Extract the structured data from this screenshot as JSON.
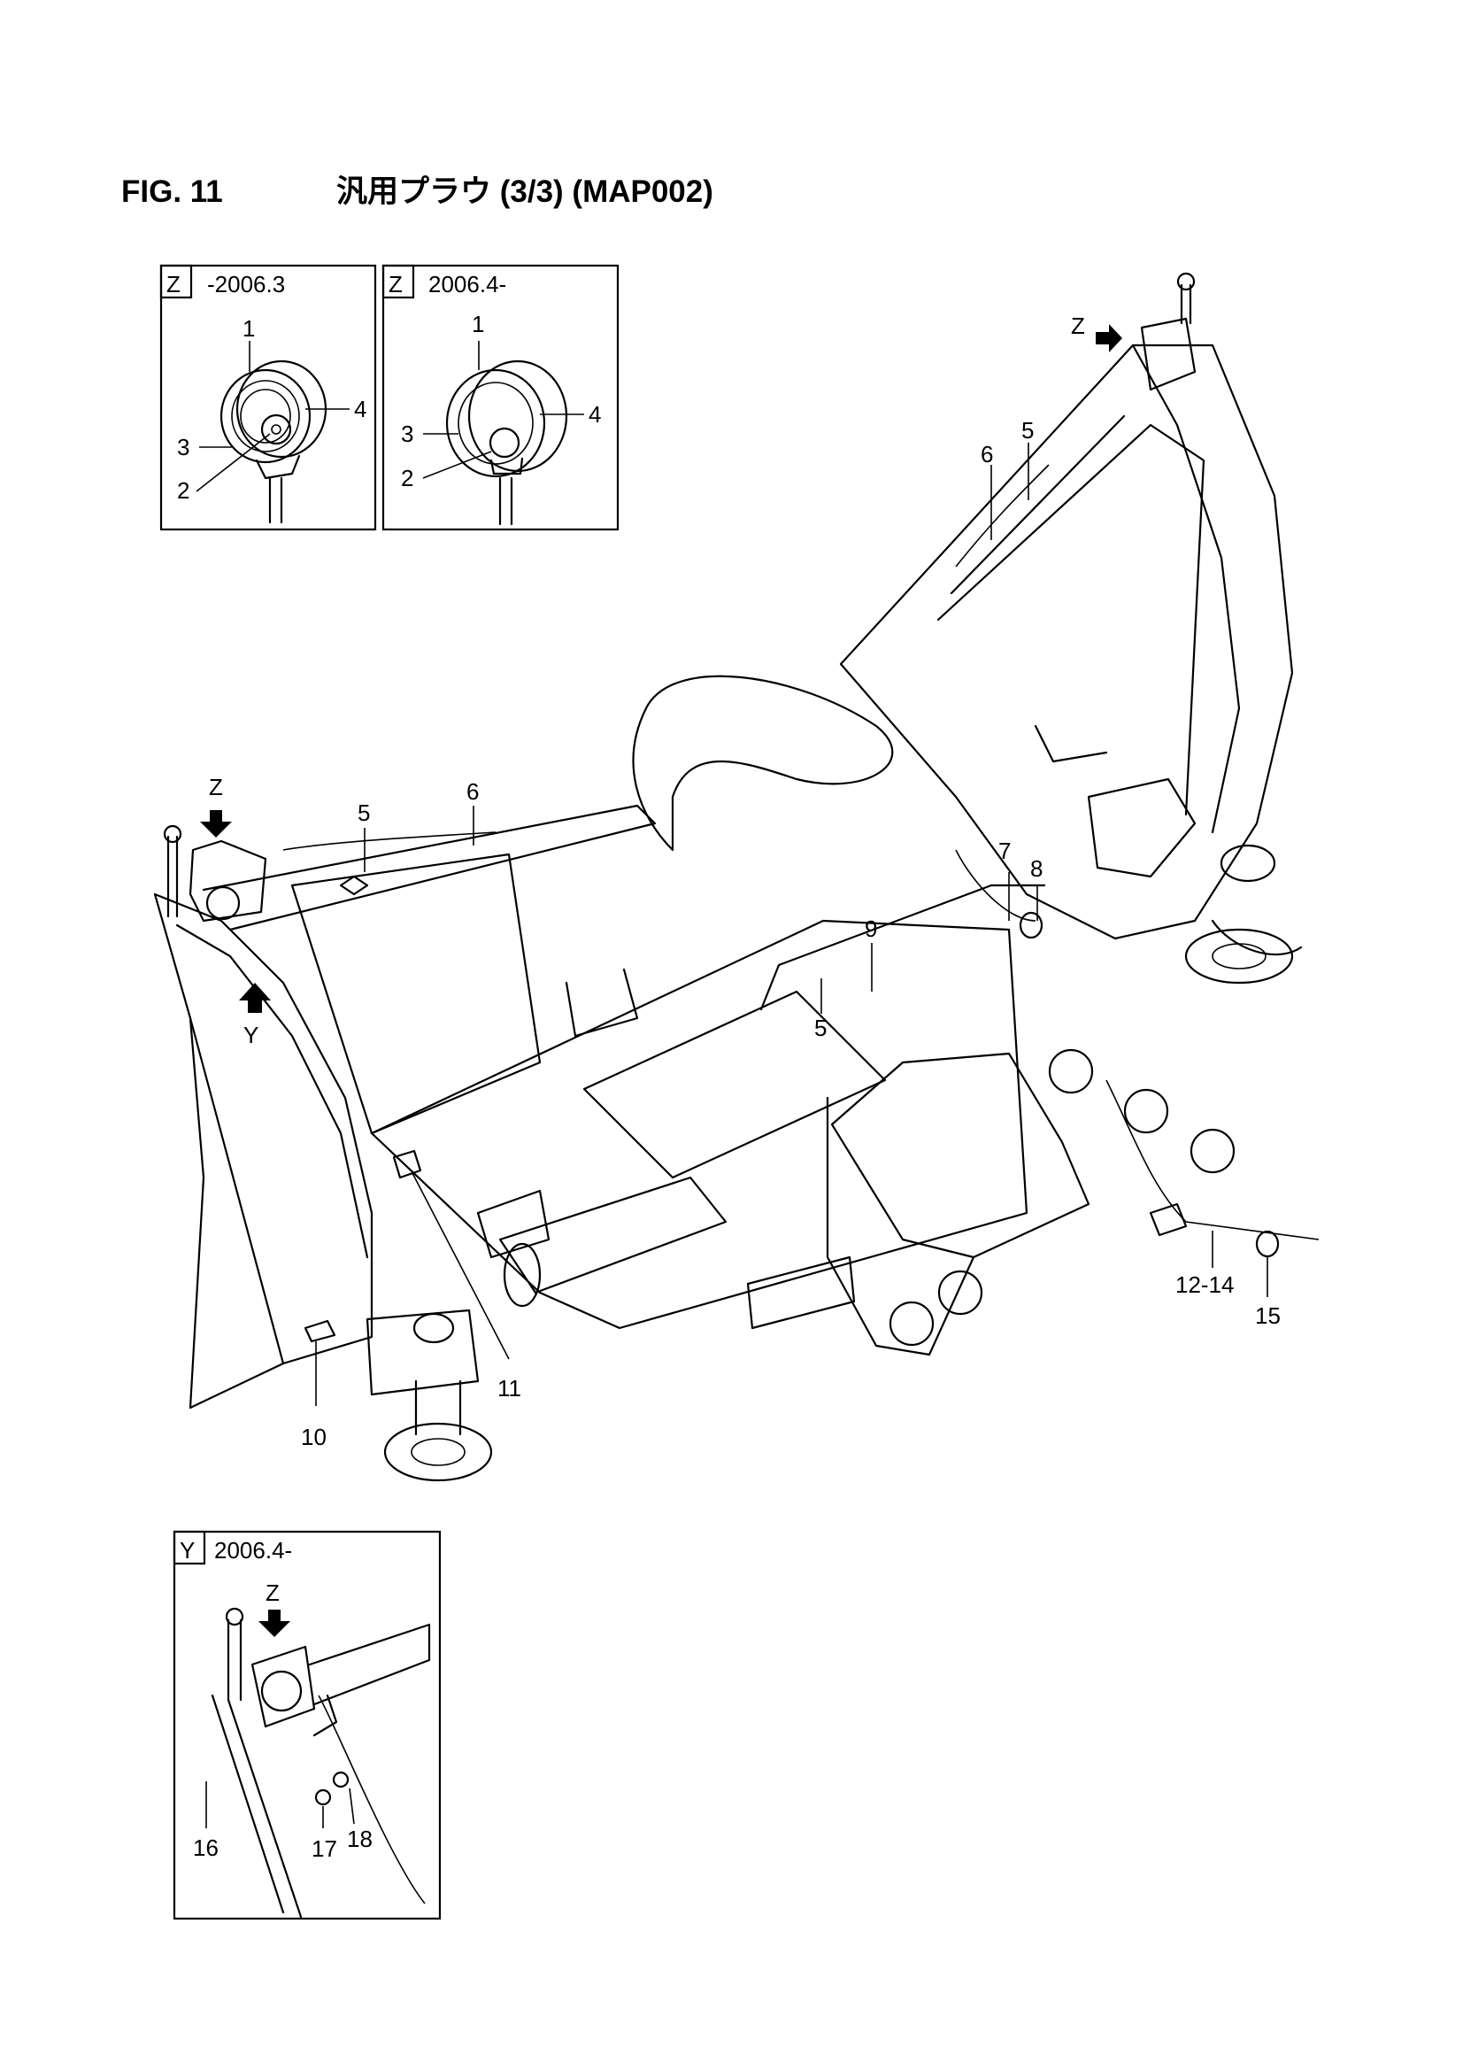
{
  "title": {
    "figure": "FIG. 11",
    "name": "汎用プラウ (3/3) (MAP002)"
  },
  "insets": [
    {
      "view": "Z",
      "date": "-2006.3",
      "callouts": [
        "1",
        "4",
        "3",
        "2"
      ]
    },
    {
      "view": "Z",
      "date": "2006.4-",
      "callouts": [
        "1",
        "4",
        "3",
        "2"
      ]
    },
    {
      "view": "Y",
      "date": "2006.4-",
      "callouts": [
        "16",
        "17",
        "18"
      ],
      "arrow": "Z"
    }
  ],
  "main": {
    "view_arrows": [
      "Z",
      "Z",
      "Y"
    ],
    "callouts": [
      "6",
      "5",
      "5",
      "6",
      "7",
      "8",
      "9",
      "5",
      "12-14",
      "15",
      "10",
      "11"
    ]
  }
}
